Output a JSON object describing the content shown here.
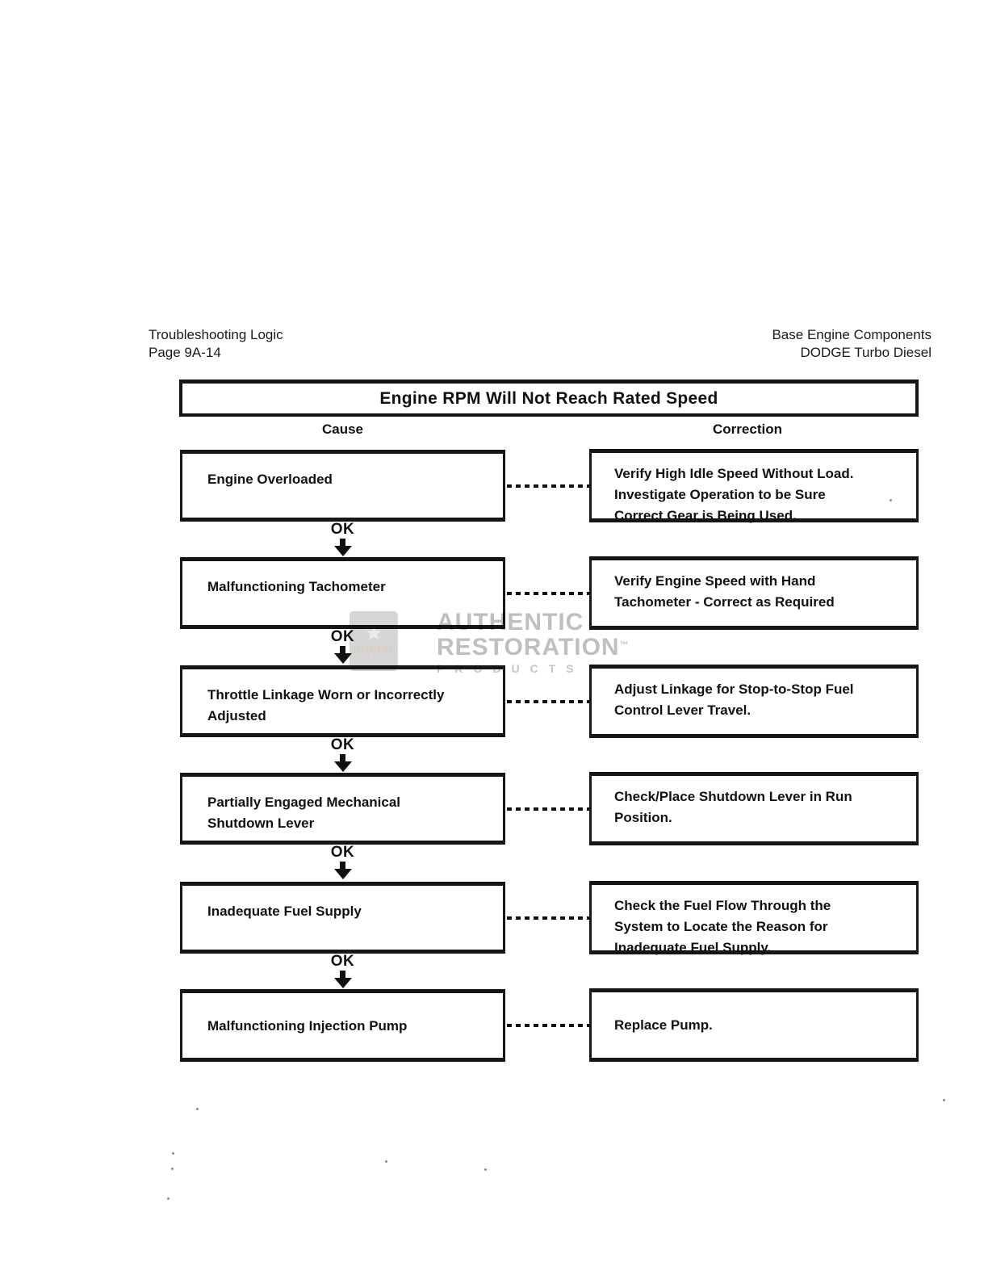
{
  "page_header": {
    "left": "Troubleshooting Logic\nPage 9A-14",
    "right": "Base Engine Components\nDODGE Turbo Diesel"
  },
  "flowchart": {
    "title": "Engine RPM Will Not Reach Rated Speed",
    "cause_header": "Cause",
    "correction_header": "Correction",
    "ok_label": "OK",
    "rows": [
      {
        "cause": "Engine Overloaded",
        "correction": "Verify High Idle Speed Without Load.\nInvestigate Operation to be Sure\nCorrect Gear is Being Used."
      },
      {
        "cause": "Malfunctioning Tachometer",
        "correction": "Verify Engine Speed with Hand\nTachometer - Correct as Required"
      },
      {
        "cause": "Throttle Linkage Worn or Incorrectly\nAdjusted",
        "correction": "Adjust Linkage for Stop-to-Stop Fuel\nControl Lever Travel."
      },
      {
        "cause": "Partially Engaged Mechanical\nShutdown Lever",
        "correction": "Check/Place Shutdown Lever in Run\nPosition."
      },
      {
        "cause": "Inadequate Fuel Supply",
        "correction": "Check the Fuel Flow Through the\nSystem to Locate the Reason for\nInadequate Fuel Supply."
      },
      {
        "cause": "Malfunctioning Injection Pump",
        "correction": "Replace Pump."
      }
    ]
  },
  "watermark": {
    "logo_text": "mopar",
    "line1": "AUTHENTIC",
    "line2": "RESTORATION",
    "trademark": "™",
    "line3": "PRODUCTS"
  },
  "colors": {
    "ink": "#111111",
    "paper": "#ffffff",
    "watermark_gray": "#bfbfbf"
  }
}
